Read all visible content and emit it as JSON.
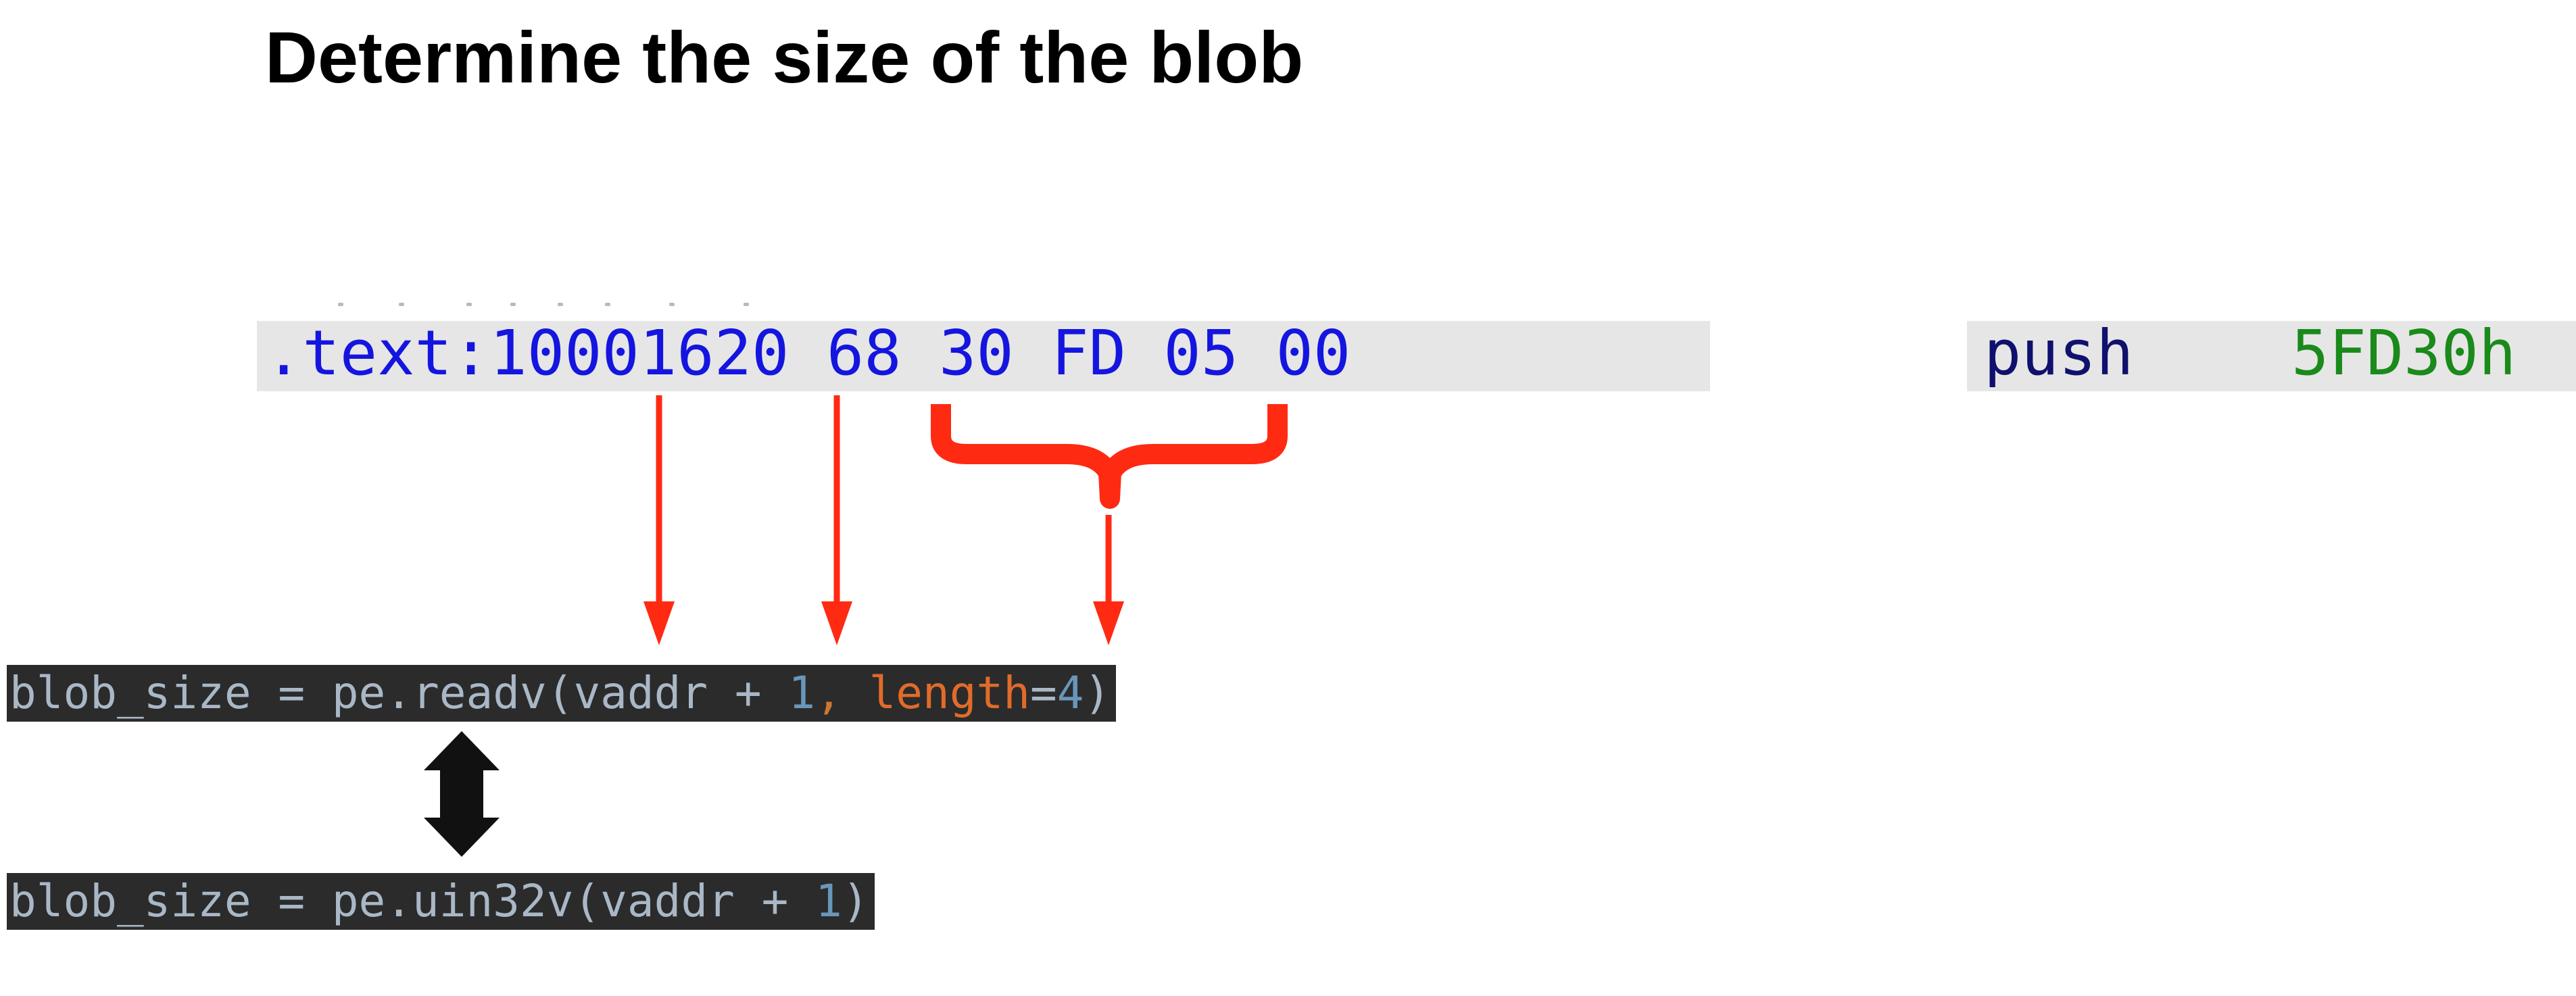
{
  "title": "Determine the size of the blob",
  "assembly": {
    "address": ".text:10001620",
    "bytes": [
      "68",
      "30",
      "FD",
      "05",
      "00"
    ],
    "mnemonic": "push",
    "operand": "5FD30h"
  },
  "code_lines": [
    {
      "tokens": [
        {
          "text": "blob_size = pe.readv(vaddr + ",
          "kind": "plain"
        },
        {
          "text": "1",
          "kind": "num"
        },
        {
          "text": ", ",
          "kind": "kw"
        },
        {
          "text": "length",
          "kind": "param"
        },
        {
          "text": "=",
          "kind": "plain"
        },
        {
          "text": "4",
          "kind": "num"
        },
        {
          "text": ")",
          "kind": "plain"
        }
      ]
    },
    {
      "tokens": [
        {
          "text": "blob_size = pe.uin32v(vaddr + ",
          "kind": "plain"
        },
        {
          "text": "1",
          "kind": "num"
        },
        {
          "text": ")",
          "kind": "plain"
        }
      ]
    }
  ],
  "colors": {
    "arrow": "#ff2a12",
    "asm_text": "#1515e0",
    "mnemonic": "#10106e",
    "operand": "#1a8a1a",
    "code_bg": "#2b2b2b",
    "double_arrow": "#111111"
  },
  "icons": {
    "arrow_1": "arrow-down-icon",
    "arrow_2": "arrow-down-icon",
    "brace": "curly-brace-icon",
    "arrow_3": "arrow-down-icon",
    "equivalence": "double-arrow-vertical-icon"
  }
}
